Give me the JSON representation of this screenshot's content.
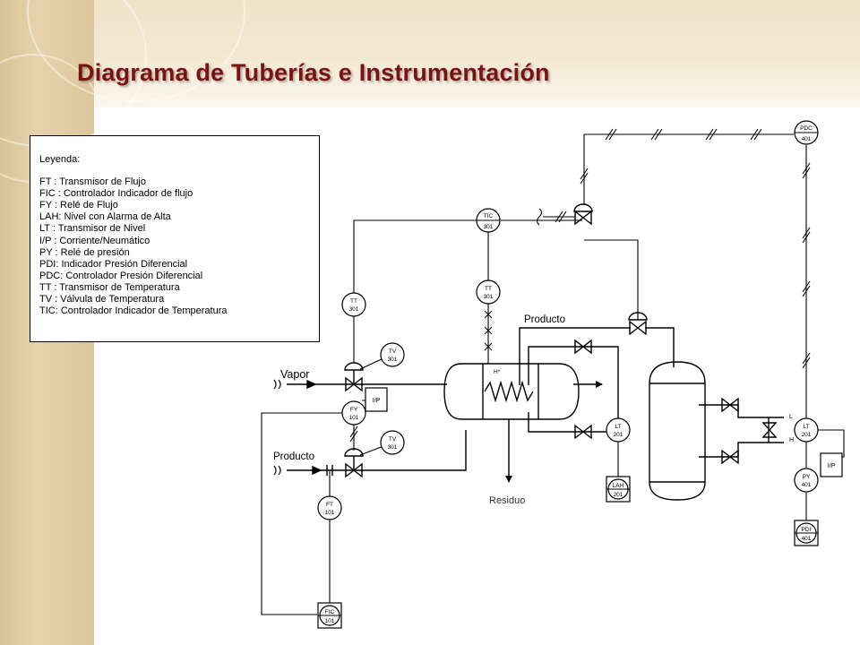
{
  "title": "Diagrama de Tuberías e Instrumentación",
  "legend": {
    "heading": "Leyenda:",
    "items": [
      "FT  : Transmisor de Flujo",
      "FIC : Controlador Indicador de flujo",
      "FY  : Relé de Flujo",
      "LAH: Nivel con Alarma de Alta",
      "LT  : Transmisor de Nivel",
      "I/P  : Corriente/Neumático",
      "PY : Relé de presión",
      "PDI: Indicador Presión Diferencial",
      "PDC: Controlador Presión Diferencial",
      "TT  : Transmisor de Temperatura",
      "TV : Válvula de Temperatura",
      "TIC: Controlador Indicador de Temperatura"
    ]
  },
  "stream_labels": {
    "vapor": "Vapor",
    "producto_in": "Producto",
    "producto_out": "Producto",
    "residuo": "Residuo",
    "exchanger_tag": "H*",
    "level_high": "L",
    "level_low": "H"
  },
  "instruments": {
    "pdc": {
      "tag": "PDC",
      "loop": "401"
    },
    "tic": {
      "tag": "TIC",
      "loop": "301"
    },
    "tt_top": {
      "tag": "TT",
      "loop": "301"
    },
    "tt_left": {
      "tag": "TT",
      "loop": "301"
    },
    "tv_top": {
      "tag": "TV",
      "loop": "301"
    },
    "tv_bottom": {
      "tag": "TV",
      "loop": "301"
    },
    "fy": {
      "tag": "FY",
      "loop": "101"
    },
    "ft": {
      "tag": "FT",
      "loop": "101"
    },
    "fic": {
      "tag": "FIC",
      "loop": "101"
    },
    "lt": {
      "tag": "LT",
      "loop": "201"
    },
    "lah": {
      "tag": "LAH",
      "loop": "201"
    },
    "lt_right": {
      "tag": "LT",
      "loop": "201"
    },
    "py": {
      "tag": "PY",
      "loop": "401"
    },
    "pdi": {
      "tag": "PDI",
      "loop": "401"
    },
    "ip_left": {
      "tag": "I/P"
    },
    "ip_right": {
      "tag": "I/P"
    }
  }
}
